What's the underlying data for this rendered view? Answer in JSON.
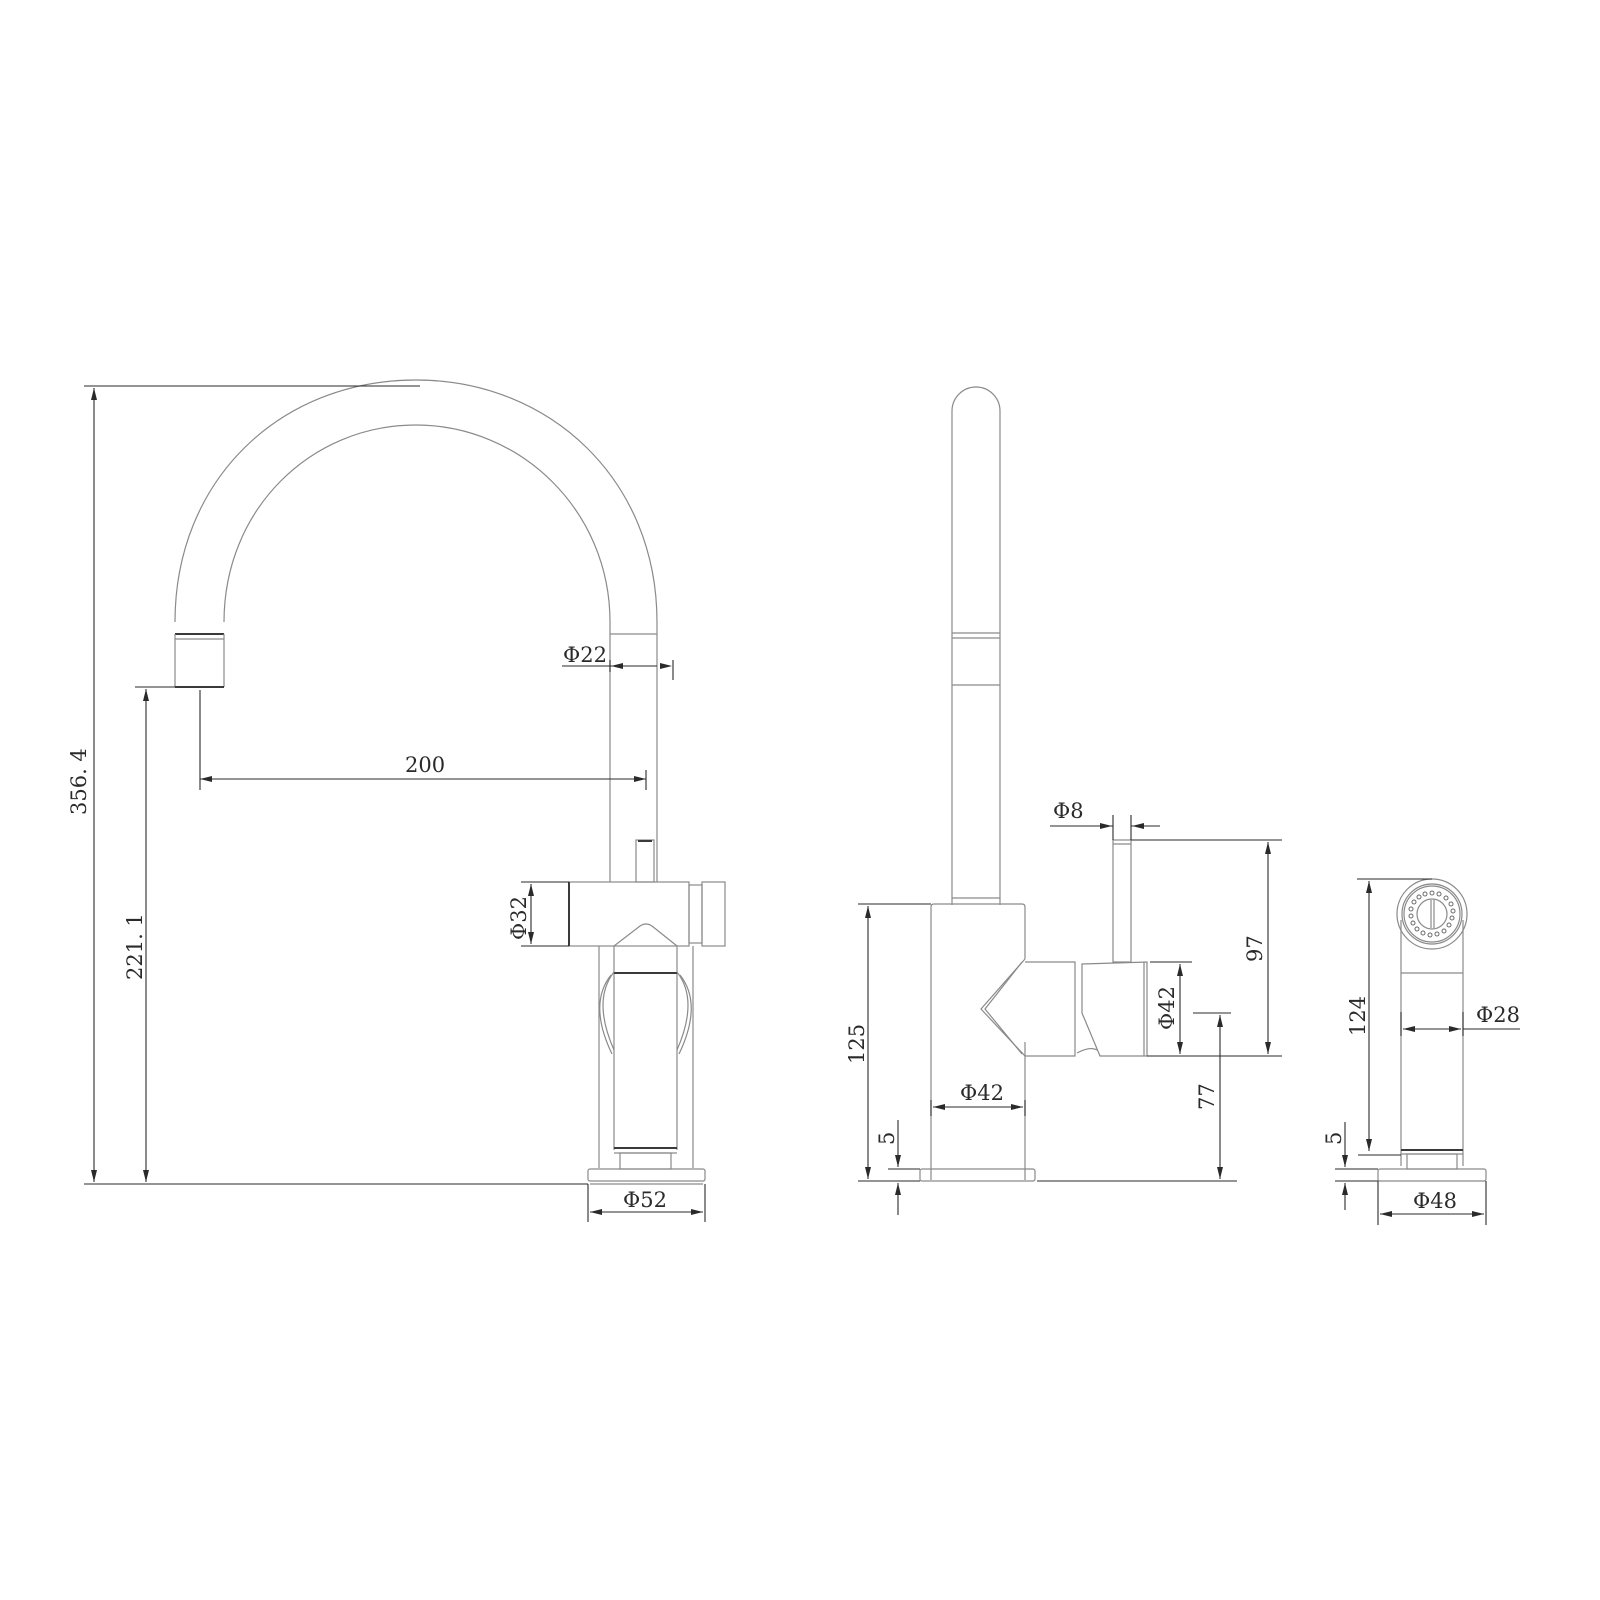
{
  "drawing": {
    "title": "Kitchen faucet technical dimension drawing",
    "units": "mm",
    "line_color": "#8a8a8a",
    "dimension_color": "#2a2a2a",
    "background": "#ffffff"
  },
  "views": {
    "front": {
      "overall_height": "356. 4",
      "spout_outlet_height": "221. 1",
      "spout_reach": "200",
      "spout_diameter": "Φ22",
      "handle_diameter": "Φ32",
      "base_diameter": "Φ52"
    },
    "side": {
      "lever_diameter": "Φ8",
      "lever_height": "97",
      "handle_body_diameter": "Φ42",
      "handle_axis_height": "77",
      "body_height": "125",
      "body_diameter": "Φ42",
      "base_thickness": "5"
    },
    "spray": {
      "height": "124",
      "head_diameter": "Φ28",
      "base_diameter": "Φ48",
      "base_thickness": "5"
    }
  }
}
